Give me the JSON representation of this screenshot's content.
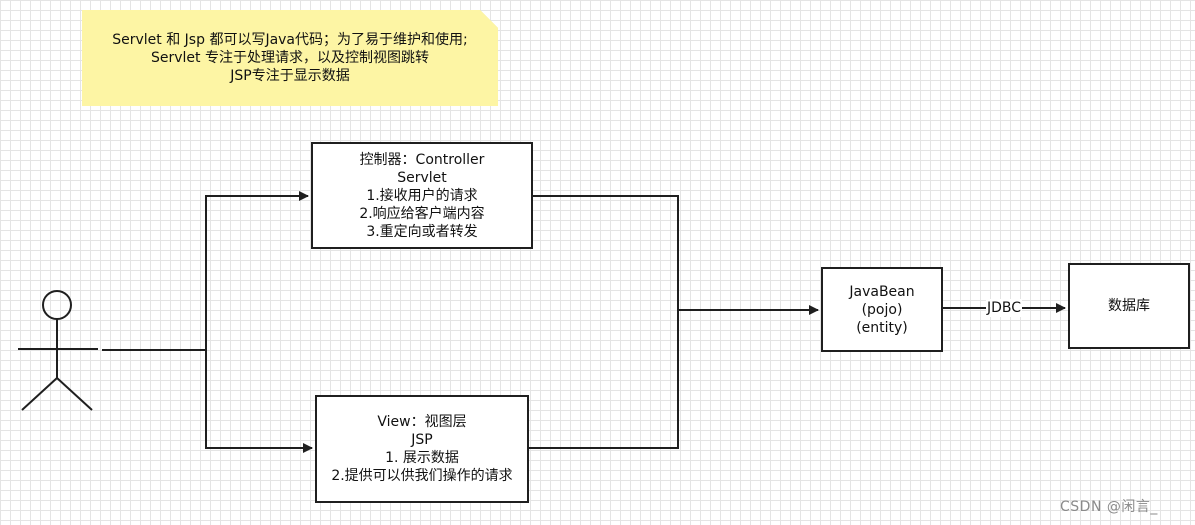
{
  "note": {
    "lines": [
      "Servlet 和 Jsp  都可以写Java代码；为了易于维护和使用;",
      "Servlet 专注于处理请求，以及控制视图跳转",
      "JSP专注于显示数据"
    ]
  },
  "controller": {
    "lines": [
      "控制器：Controller",
      "Servlet",
      "1.接收用户的请求",
      "2.响应给客户端内容",
      "3.重定向或者转发"
    ]
  },
  "view": {
    "lines": [
      "View：视图层",
      "JSP",
      "1. 展示数据",
      "2.提供可以供我们操作的请求"
    ]
  },
  "javabean": {
    "lines": [
      "JavaBean",
      "(pojo)",
      "(entity)"
    ]
  },
  "database": {
    "label": "数据库"
  },
  "connector": {
    "jdbc_label": "JDBC"
  },
  "watermark": "CSDN @闲言_",
  "colors": {
    "note_fill": "#fdf5a4",
    "stroke": "#1f1f1f",
    "grid": "#e4e4e4"
  },
  "icons": {
    "actor": "stick-figure-user-icon"
  }
}
